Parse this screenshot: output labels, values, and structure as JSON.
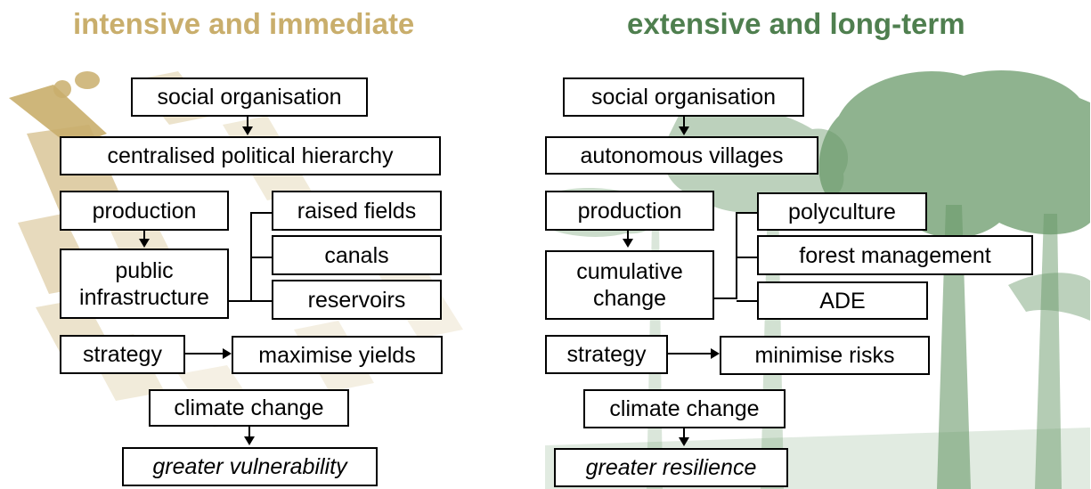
{
  "colors": {
    "intensive": "#c9ae6c",
    "extensive": "#4f7f4f",
    "forest": "#6a9a6a",
    "text": "#000000"
  },
  "left": {
    "heading": "intensive and immediate",
    "social_organisation": "social organisation",
    "political": "centralised political hierarchy",
    "production": "production",
    "infrastructure_line1": "public",
    "infrastructure_line2": "infrastructure",
    "raised_fields": "raised fields",
    "canals": "canals",
    "reservoirs": "reservoirs",
    "strategy": "strategy",
    "strategy_target": "maximise yields",
    "climate_change": "climate change",
    "outcome": "greater vulnerability"
  },
  "right": {
    "heading": "extensive and long-term",
    "social_organisation": "social organisation",
    "political": "autonomous villages",
    "production": "production",
    "change_line1": "cumulative",
    "change_line2": "change",
    "polyculture": "polyculture",
    "forest_management": "forest management",
    "ade": "ADE",
    "strategy": "strategy",
    "strategy_target": "minimise risks",
    "climate_change": "climate change",
    "outcome": "greater resilience"
  }
}
